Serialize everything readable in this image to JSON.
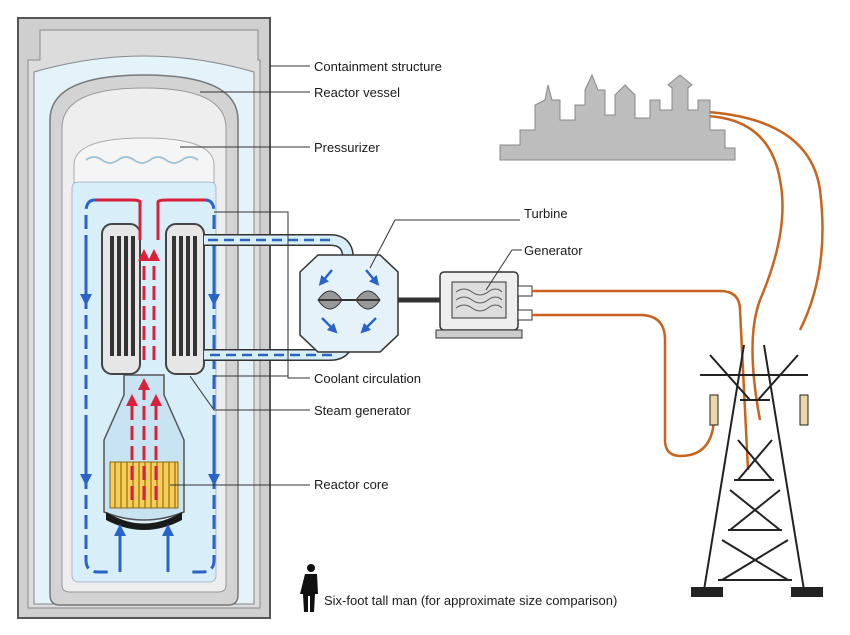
{
  "labels": {
    "containment": "Containment structure",
    "vessel": "Reactor vessel",
    "pressurizer": "Pressurizer",
    "turbine": "Turbine",
    "generator": "Generator",
    "coolant": "Coolant circulation",
    "steam_gen": "Steam generator",
    "core": "Reactor core",
    "man": "Six-foot tall man (for approximate size comparison)"
  },
  "colors": {
    "containment_wall": "#cfcfcf",
    "vessel_fill": "#dcdcdc",
    "water": "#d8eef8",
    "hot_flow": "#d9213c",
    "cold_flow": "#2a64c8",
    "power_line": "#c8641e",
    "core_fuel": "#e8b43a",
    "city": "#bdbdbd"
  }
}
